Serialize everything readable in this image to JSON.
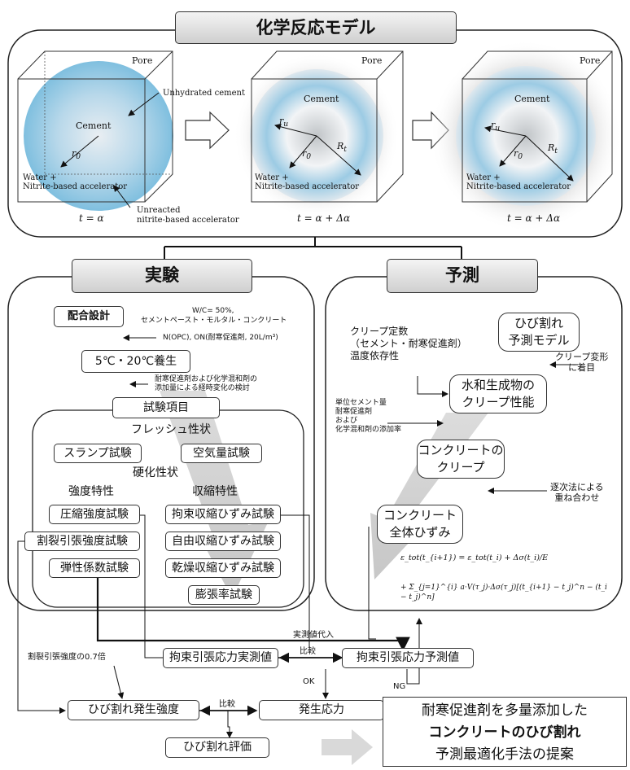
{
  "top": {
    "title": "化学反応モデル",
    "pore": "Pore",
    "cement_1": "Cement",
    "cement_2": "Cement",
    "unhydrated": "Unhydrated cement",
    "r0": "r",
    "r0_sub": "0",
    "ru": "r",
    "ru_sub": "u",
    "rt": "R",
    "rt_sub": "t",
    "water": "Water +",
    "accelerator": "Nitrite-based accelerator",
    "unreacted_1": "Unreacted",
    "unreacted_2": "nitrite-based accelerator",
    "t1": "t = α",
    "t2": "t = α + Δα",
    "t3": "t = α + Δα"
  },
  "left": {
    "title": "実験",
    "mix": "配合設計",
    "mix_note_1": "W/C= 50%,",
    "mix_note_2": "セメントペースト・モルタル・コンクリート",
    "mix_note_3": "N(OPC), ON(耐寒促進剤, 20L/m³)",
    "curing": "5℃・20℃養生",
    "curing_note_1": "耐寒促進剤および化学混和剤の",
    "curing_note_2": "添加量による経時変化の検討",
    "test_items": "試験項目",
    "fresh": "フレッシュ性状",
    "slump": "スランプ試験",
    "air": "空気量試験",
    "hardened": "硬化性状",
    "strength": "強度特性",
    "shrink": "収縮特性",
    "compress": "圧縮強度試験",
    "restrain": "拘束収縮ひずみ試験",
    "split": "割裂引張強度試験",
    "free": "自由収縮ひずみ試験",
    "elastic": "弾性係数試験",
    "dry": "乾燥収縮ひずみ試験",
    "expand": "膨張率試験"
  },
  "right": {
    "title": "予測",
    "creep_const_1": "クリープ定数",
    "creep_const_2": "（セメント・耐寒促進剤）",
    "creep_const_3": "温度依存性",
    "model_1": "ひび割れ",
    "model_2": "予測モデル",
    "creep_note_1": "クリープ変形",
    "creep_note_2": "に着目",
    "hydrate_1": "水和生成物の",
    "hydrate_2": "クリープ性能",
    "unit_1": "単位セメント量",
    "unit_2": "耐寒促進剤",
    "unit_3": "および",
    "unit_4": "化学混和剤の添加率",
    "concrete_creep_1": "コンクリートの",
    "concrete_creep_2": "クリープ",
    "superpose_1": "逐次法による",
    "superpose_2": "重ね合わせ",
    "total_1": "コンクリート",
    "total_2": "全体ひずみ",
    "eq_line1": "ε_tot(t_{i+1}) = ε_tot(t_i) + Δσ(t_i)/E",
    "eq_line2": "+ Σ_{j=1}^{i} a·V(τ_j)·Δσ(τ_j)[(t_{i+1} − t_j)^n − (t_i − t_j)^n]"
  },
  "bottom": {
    "measured_input": "実測値代入",
    "split_ratio": "割裂引張強度の0.7倍",
    "measured": "拘束引張応力実測値",
    "compare_1": "比較",
    "predicted": "拘束引張応力予測値",
    "ok": "OK",
    "ng": "NG",
    "crack_strength": "ひび割れ発生強度",
    "compare_2": "比較",
    "stress": "発生応力",
    "evaluation": "ひび割れ評価",
    "conclusion_1": "耐寒促進剤を多量添加した",
    "conclusion_2": "コンクリートのひび割れ",
    "conclusion_3": "予測最適化手法の提案"
  }
}
